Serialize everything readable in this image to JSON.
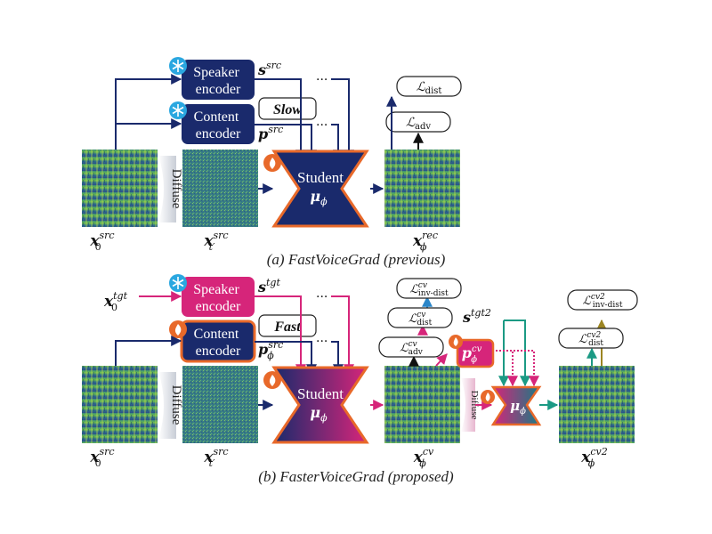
{
  "panel_a": {
    "caption": "(a) FastVoiceGrad (previous)",
    "speaker_encoder": "Speaker\nencoder",
    "content_encoder": "Content\nencoder",
    "speed_tag": "Slow",
    "diffuse": "Diffuse",
    "student_l1": "Student",
    "student_l2": "μ",
    "student_sub": "ϕ",
    "s_src": {
      "base": "s",
      "sup": "src"
    },
    "p_src": {
      "base": "p",
      "sup": "src"
    },
    "x0_src": {
      "base": "x",
      "sub": "0",
      "sup": "src"
    },
    "xt_src": {
      "base": "x",
      "sub": "t′",
      "sup": "src"
    },
    "xrec": {
      "base": "x",
      "sub": "ϕ",
      "sup": "rec"
    },
    "loss_dist": {
      "base": "ℒ",
      "sub": "dist"
    },
    "loss_adv": {
      "base": "ℒ",
      "sub": "adv"
    },
    "ellipsis": "···"
  },
  "panel_b": {
    "caption": "(b) FasterVoiceGrad (proposed)",
    "speaker_encoder": "Speaker\nencoder",
    "content_encoder": "Content\nencoder",
    "speed_tag": "Fast",
    "diffuse": "Diffuse",
    "diffuse2": "Diffuse",
    "student_l1": "Student",
    "student_l2": "μ",
    "student_sub": "ϕ",
    "small_mu": "μ",
    "small_mu_sub": "ϕ",
    "x0_tgt": {
      "base": "x",
      "sub": "0",
      "sup": "tgt"
    },
    "s_tgt": {
      "base": "s",
      "sup": "tgt"
    },
    "p_src": {
      "base": "p",
      "sub": "ϕ",
      "sup": "src"
    },
    "s_tgt2": {
      "base": "s",
      "sup": "tgt2"
    },
    "p_cv": {
      "base": "p",
      "sub": "ϕ",
      "sup": "cv"
    },
    "x0_src": {
      "base": "x",
      "sub": "0",
      "sup": "src"
    },
    "xt_src": {
      "base": "x",
      "sub": "t′",
      "sup": "src"
    },
    "xcv": {
      "base": "x",
      "sub": "ϕ",
      "sup": "cv"
    },
    "xcv2": {
      "base": "x",
      "sub": "ϕ",
      "sup": "cv2"
    },
    "loss_inv_dist": {
      "base": "ℒ",
      "sub": "inv-dist",
      "sup": "cv"
    },
    "loss_dist": {
      "base": "ℒ",
      "sub": "dist",
      "sup": "cv"
    },
    "loss_adv": {
      "base": "ℒ",
      "sub": "adv",
      "sup": "cv"
    },
    "loss_inv_dist2": {
      "base": "ℒ",
      "sub": "inv-dist",
      "sup": "cv2"
    },
    "loss_dist2": {
      "base": "ℒ",
      "sub": "dist",
      "sup": "cv2"
    },
    "ellipsis": "···"
  },
  "colors": {
    "navy": "#1a2a6c",
    "magenta": "#d6257a",
    "orange": "#e8692a",
    "teal": "#1b9a84",
    "olive": "#9c8522",
    "blue": "#2a86c9",
    "frozen": "#2aa7e0"
  },
  "icons": {
    "frozen": "snowflake-icon",
    "trainable": "flame-icon"
  }
}
